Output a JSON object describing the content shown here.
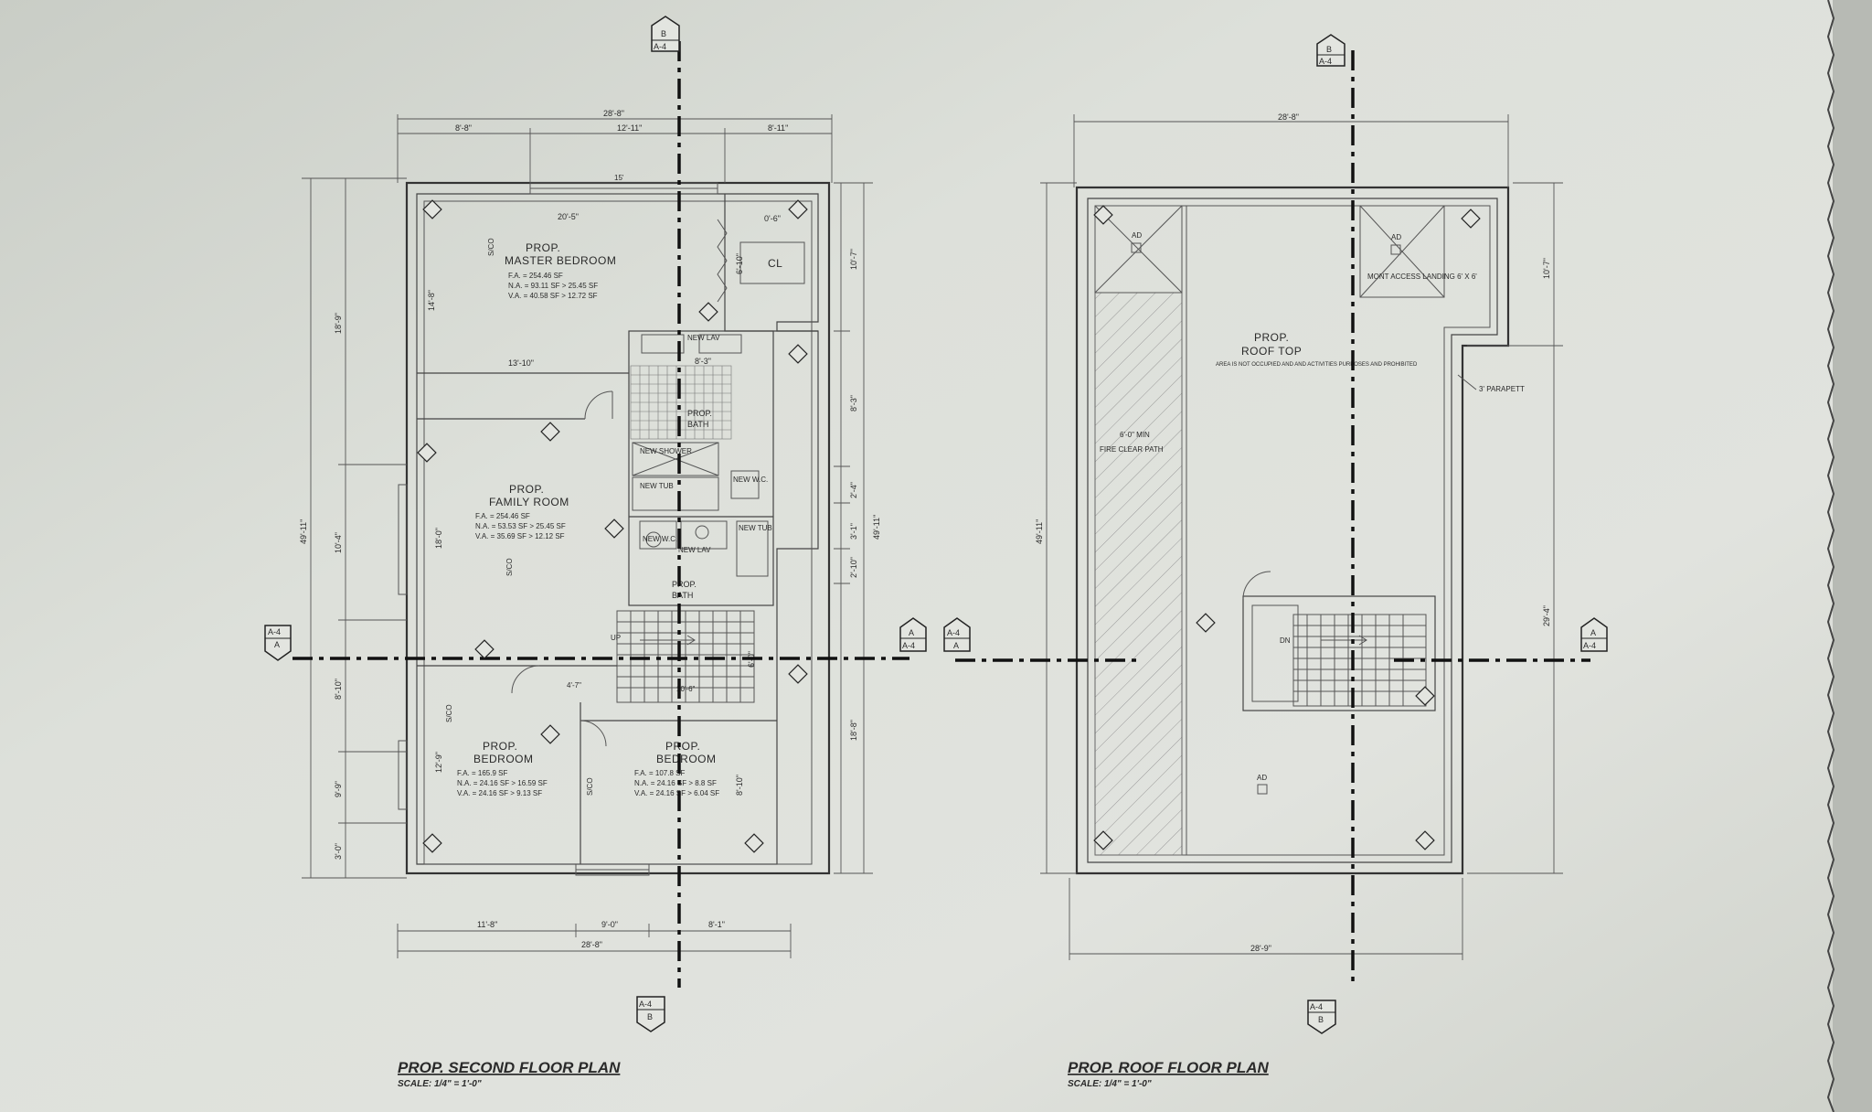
{
  "second_floor": {
    "title": "PROP. SECOND FLOOR PLAN",
    "scale": "SCALE: 1/4\" = 1'-0\"",
    "overall_width": "28'-8\"",
    "top_dims": [
      "8'-8\"",
      "12'-11\"",
      "8'-11\""
    ],
    "window_dim": "15'",
    "right_col_dims": [
      "10'-7\"",
      "8'-3\"",
      "2'-4\"",
      "3'-1\"",
      "2'-10\"",
      "6'-0\"",
      "18'-8\"",
      "8'-10\""
    ],
    "left_col_dims": [
      "18'-9\"",
      "10'-4\"",
      "8'-10\"",
      "9'-9\"",
      "3'-0\""
    ],
    "overall_height_left": "49'-11\"",
    "overall_height_right": "49'-11\"",
    "bottom_dims": [
      "11'-8\"",
      "9'-0\"",
      "8'-1\""
    ],
    "bottom_overall": "28'-8\"",
    "rooms": {
      "master": {
        "name1": "PROP.",
        "name2": "MASTER BEDROOM",
        "fa": "F.A. = 254.46 SF",
        "na": "N.A. = 93.11 SF > 25.45 SF",
        "va": "V.A. = 40.58 SF > 12.72 SF",
        "width": "20'-5\"",
        "height": "14'-8\""
      },
      "closet": {
        "label": "CL",
        "width": "0'-6\"",
        "depth": "6'-10\""
      },
      "family": {
        "name1": "PROP.",
        "name2": "FAMILY ROOM",
        "fa": "F.A. = 254.46 SF",
        "na": "N.A. = 53.53 SF > 25.45 SF",
        "va": "V.A. = 35.69 SF > 12.12 SF",
        "width": "13'-10\"",
        "height": "18'-0\""
      },
      "bath1": {
        "name1": "PROP.",
        "name2": "BATH",
        "lav": "NEW LAV",
        "shower": "NEW SHOWER",
        "tub": "NEW TUB",
        "wc": "NEW W.C.",
        "width": "8'-3\""
      },
      "bath2": {
        "name1": "PROP.",
        "name2": "BATH",
        "lav": "NEW LAV",
        "tub": "NEW TUB",
        "wc": "NEW W.C."
      },
      "bed1": {
        "name1": "PROP.",
        "name2": "BEDROOM",
        "fa": "F.A. = 165.9 SF",
        "na": "N.A. = 24.16 SF > 16.59 SF",
        "va": "V.A. = 24.16 SF > 9.13 SF",
        "height": "12'-9\""
      },
      "bed2": {
        "name1": "PROP.",
        "name2": "BEDROOM",
        "fa": "F.A. = 107.8 SF",
        "na": "N.A. = 24.16 SF > 8.8 SF",
        "va": "V.A. = 24.16 SF > 6.04 SF",
        "height": "8'-10\""
      },
      "hall": {
        "dim": "4'-7\"",
        "stair_dim": "10'-6\"",
        "up": "UP"
      }
    },
    "section_tags": [
      "A-4",
      "A",
      "B"
    ],
    "smoke_label": "S/CO"
  },
  "roof": {
    "title": "PROP. ROOF FLOOR PLAN",
    "scale": "SCALE: 1/4\" = 1'-0\"",
    "overall_width": "28'-8\"",
    "bottom_overall": "28'-9\"",
    "name1": "PROP.",
    "name2": "ROOF TOP",
    "note": "AREA IS NOT OCCUPIED AND AND ACTIVITIES PURPOSES AND PROHIBITED",
    "path_width": "6'-0\" MIN",
    "path_label": "FIRE CLEAR PATH",
    "parapet": "3' PARAPETT",
    "access": "MONT ACCESS LANDING 6' X 6'",
    "ad": "AD",
    "dn": "DN",
    "right_dims": [
      "10'-7\"",
      "29'-4\""
    ],
    "left_dim": "49'-11\""
  }
}
